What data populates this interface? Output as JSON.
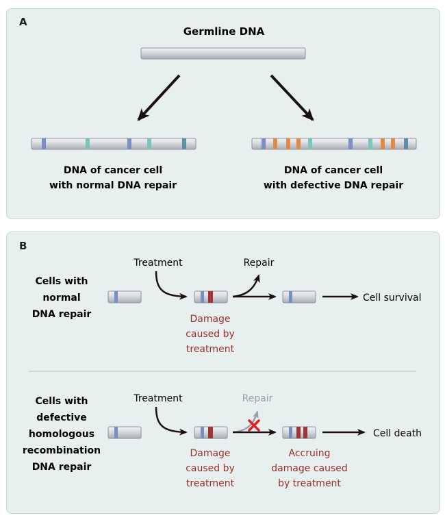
{
  "panel_a": {
    "letter": "A",
    "germline_label": "Germline DNA",
    "normal_label_1": "DNA of cancer cell",
    "normal_label_2": "with normal DNA repair",
    "defective_label_1": "DNA of cancer cell",
    "defective_label_2": "with defective DNA repair"
  },
  "panel_b": {
    "letter": "B",
    "row1": {
      "group_label": [
        "Cells with",
        "normal",
        "DNA repair"
      ],
      "treatment": "Treatment",
      "repair": "Repair",
      "damage_label": [
        "Damage",
        "caused by",
        "treatment"
      ],
      "outcome": "Cell survival"
    },
    "row2": {
      "group_label": [
        "Cells with",
        "defective",
        "homologous",
        "recombination",
        "DNA repair"
      ],
      "treatment": "Treatment",
      "repair": "Repair",
      "damage_label": [
        "Damage",
        "caused by",
        "treatment"
      ],
      "accruing_label": [
        "Accruing",
        "damage caused",
        "by treatment"
      ],
      "outcome": "Cell death"
    }
  },
  "colors": {
    "panel_bg": "#e7f0ee",
    "dna_bar": "#d3d6dc",
    "mark_blue": "#7a8fc0",
    "mark_teal": "#7fc4b8",
    "mark_orange": "#e08a45",
    "mark_steel": "#5f8fa0",
    "mark_red": "#a03535",
    "damage_text": "#9b2d2d",
    "repair_blocked": "#9aa0a6",
    "x_mark": "#e02020"
  }
}
